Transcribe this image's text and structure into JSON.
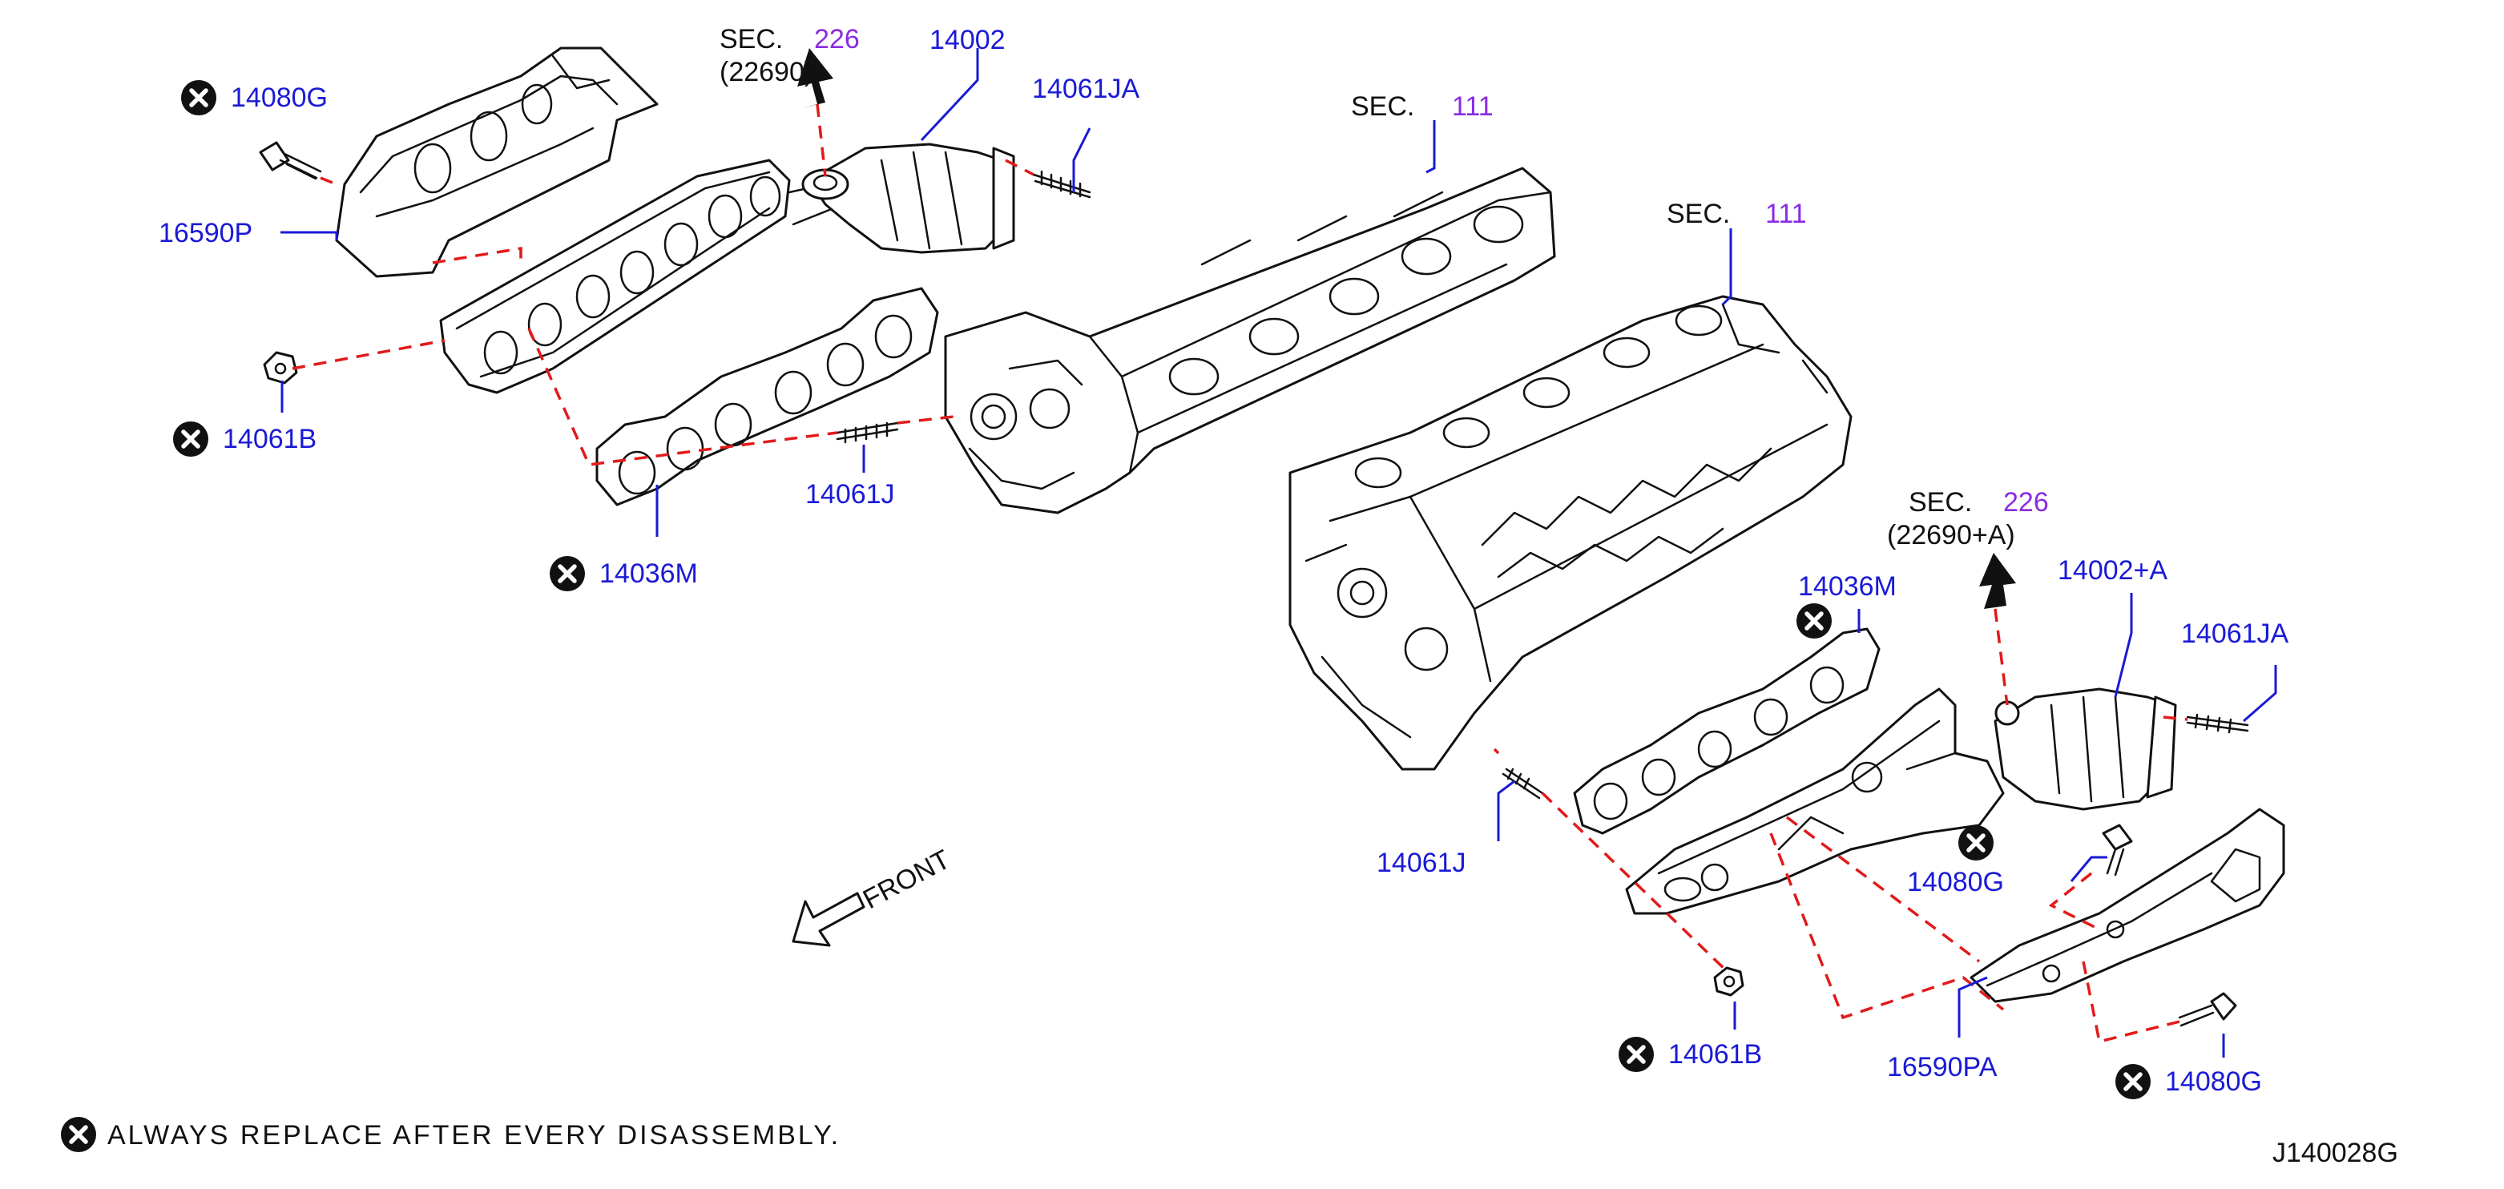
{
  "labels": {
    "p_14080G_a": "14080G",
    "p_16590P": "16590P",
    "p_14061B_a": "14061B",
    "p_14036M_a": "14036M",
    "p_14061J_a": "14061J",
    "p_14002": "14002",
    "p_14061JA_a": "14061JA",
    "p_14036M_b": "14036M",
    "p_14002A": "14002+A",
    "p_14061JA_b": "14061JA",
    "p_14080G_b": "14080G",
    "p_14061J_b": "14061J",
    "p_14061B_b": "14061B",
    "p_16590PA": "16590PA",
    "p_14080G_c": "14080G"
  },
  "sections": {
    "sec_226_a": {
      "prefix": "SEC.",
      "number": "226",
      "ref": "(22690)"
    },
    "sec_111_a": {
      "prefix": "SEC.",
      "number": "111"
    },
    "sec_111_b": {
      "prefix": "SEC.",
      "number": "111"
    },
    "sec_226_b": {
      "prefix": "SEC.",
      "number": "226",
      "ref": "(22690+A)"
    }
  },
  "front_label": "FRONT",
  "footnote": "ALWAYS  REPLACE  AFTER  EVERY  DISASSEMBLY.",
  "diagram_code": "J140028G",
  "icons": {
    "replace": "replace-x-icon",
    "front": "front-arrow-icon",
    "direction": "direction-arrow-icon"
  },
  "colors": {
    "part_label": "#1a1ad6",
    "section_number": "#8a2be2",
    "dashed_line": "#e21a1a",
    "ink": "#111111"
  }
}
